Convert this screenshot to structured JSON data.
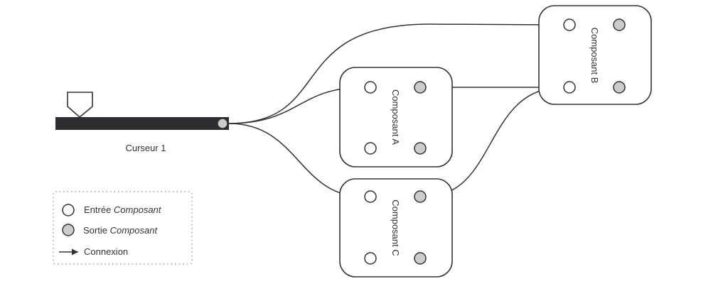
{
  "slider": {
    "label": "Curseur 1"
  },
  "components": [
    {
      "label": "Composant A"
    },
    {
      "label": "Composant B"
    },
    {
      "label": "Composant C"
    }
  ],
  "legend": {
    "input": {
      "text": "Entrée ",
      "italic": "Composant"
    },
    "output": {
      "text": "Sortie ",
      "italic": "Composant"
    },
    "connection": {
      "text": "Connexion"
    }
  },
  "colors": {
    "input_fill": "#ffffff",
    "output_fill": "#cccccc",
    "stroke": "#333333",
    "slider": "#2b2d31"
  }
}
